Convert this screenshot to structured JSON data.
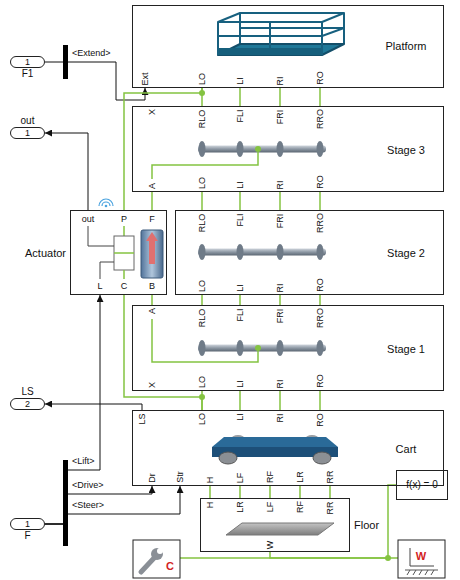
{
  "diagram": {
    "nodes": [
      {
        "text": [
          "1",
          "F1"
        ]
      },
      {
        "text": [
          "Platform"
        ]
      },
      {
        "text": [
          "out",
          "1"
        ]
      },
      {
        "text": [
          "Stage 3"
        ]
      },
      {
        "text": [
          "Actuator"
        ]
      },
      {
        "text": [
          "Stage 2"
        ]
      },
      {
        "text": [
          "Stage 1"
        ]
      },
      {
        "text": [
          "LS",
          "2"
        ]
      },
      {
        "text": [
          "Cart"
        ]
      },
      {
        "text": [
          "1",
          "F"
        ]
      },
      {
        "text": [
          "Floor"
        ]
      },
      {
        "text": [
          "f(x) = 0"
        ]
      }
    ],
    "edges": [
      {
        "from": 0,
        "to": 1,
        "arrow": "to",
        "label": "<Extend>"
      },
      {
        "from": 4,
        "to": 2,
        "arrow": "to"
      },
      {
        "from": 4,
        "to": 1,
        "arrow": "none"
      },
      {
        "from": 1,
        "to": 3,
        "arrow": "none"
      },
      {
        "from": 1,
        "to": 3,
        "arrow": "none"
      },
      {
        "from": 1,
        "to": 3,
        "arrow": "none"
      },
      {
        "from": 1,
        "to": 3,
        "arrow": "none"
      },
      {
        "from": 3,
        "to": 4,
        "arrow": "none"
      },
      {
        "from": 3,
        "to": 5,
        "arrow": "none"
      },
      {
        "from": 3,
        "to": 5,
        "arrow": "none"
      },
      {
        "from": 3,
        "to": 5,
        "arrow": "none"
      },
      {
        "from": 3,
        "to": 5,
        "arrow": "none"
      },
      {
        "from": 5,
        "to": 6,
        "arrow": "none"
      },
      {
        "from": 5,
        "to": 6,
        "arrow": "none"
      },
      {
        "from": 5,
        "to": 6,
        "arrow": "none"
      },
      {
        "from": 5,
        "to": 6,
        "arrow": "none"
      },
      {
        "from": 4,
        "to": 6,
        "arrow": "none"
      },
      {
        "from": 4,
        "to": 8,
        "arrow": "none"
      },
      {
        "from": 6,
        "to": 8,
        "arrow": "none"
      },
      {
        "from": 6,
        "to": 8,
        "arrow": "none"
      },
      {
        "from": 6,
        "to": 8,
        "arrow": "none"
      },
      {
        "from": 6,
        "to": 8,
        "arrow": "none"
      },
      {
        "from": 8,
        "to": 7,
        "arrow": "to"
      },
      {
        "from": 9,
        "to": 4,
        "arrow": "to",
        "label": "<Lift>"
      },
      {
        "from": 9,
        "to": 8,
        "arrow": "to",
        "label": "<Drive>"
      },
      {
        "from": 9,
        "to": 8,
        "arrow": "to",
        "label": "<Steer>"
      },
      {
        "from": 8,
        "to": 10,
        "arrow": "none"
      },
      {
        "from": 8,
        "to": 10,
        "arrow": "none"
      },
      {
        "from": 8,
        "to": 10,
        "arrow": "none"
      },
      {
        "from": 8,
        "to": 10,
        "arrow": "none"
      },
      {
        "from": 8,
        "to": 10,
        "arrow": "none"
      },
      {
        "from": 10,
        "to": 11,
        "arrow": "none"
      }
    ],
    "labels": [
      "Ext",
      "LO",
      "LI",
      "RI",
      "RO",
      "X",
      "RLO",
      "FLI",
      "FRI",
      "RRO",
      "A",
      "LO",
      "LI",
      "RI",
      "RO",
      "out",
      "P",
      "F",
      "L",
      "C",
      "B",
      "RLO",
      "FLI",
      "FRI",
      "RRO",
      "LO",
      "LI",
      "RI",
      "RO",
      "A",
      "RLO",
      "FLI",
      "FRI",
      "RRO",
      "X",
      "LO",
      "LI",
      "RI",
      "RO",
      "LS",
      "LO",
      "LI",
      "RI",
      "RO",
      "Dr",
      "Str",
      "H",
      "LF",
      "RF",
      "LR",
      "RR",
      "H",
      "LR",
      "LF",
      "RF",
      "RR",
      "W",
      "C",
      "W"
    ]
  }
}
